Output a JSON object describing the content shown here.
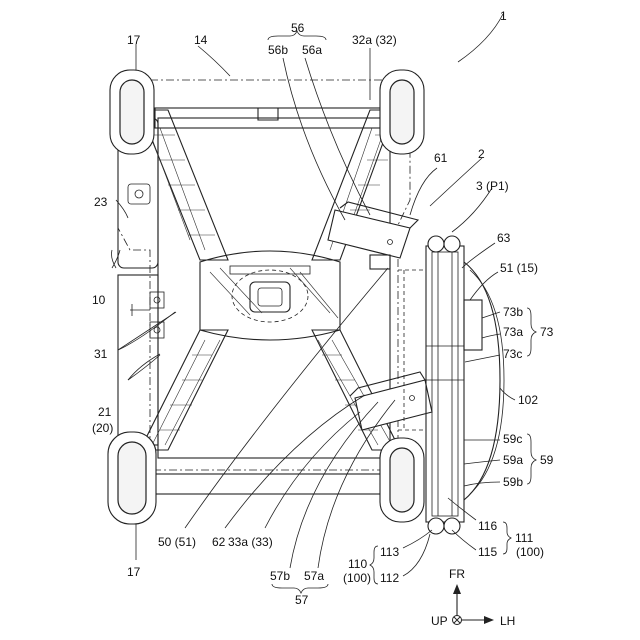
{
  "labels": {
    "l1": "1",
    "l2": "2",
    "l3": "3 (P1)",
    "l10": "10",
    "l14": "14",
    "l17a": "17",
    "l17b": "17",
    "l21": "21",
    "l20": "(20)",
    "l23": "23",
    "l31": "31",
    "l32a": "32a (32)",
    "l33a": "33a (33)",
    "l50": "50 (51)",
    "l51": "51 (15)",
    "l56": "56",
    "l56a": "56a",
    "l56b": "56b",
    "l57": "57",
    "l57a": "57a",
    "l57b": "57b",
    "l59": "59",
    "l59a": "59a",
    "l59b": "59b",
    "l59c": "59c",
    "l61": "61",
    "l62": "62",
    "l63": "63",
    "l73": "73",
    "l73a": "73a",
    "l73b": "73b",
    "l73c": "73c",
    "l100a": "(100)",
    "l100b": "(100)",
    "l102": "102",
    "l110": "110",
    "l111": "111",
    "l112": "112",
    "l113": "113",
    "l115": "115",
    "l116": "116"
  },
  "axes": {
    "fr": "FR",
    "up": "UP",
    "lh": "LH"
  }
}
